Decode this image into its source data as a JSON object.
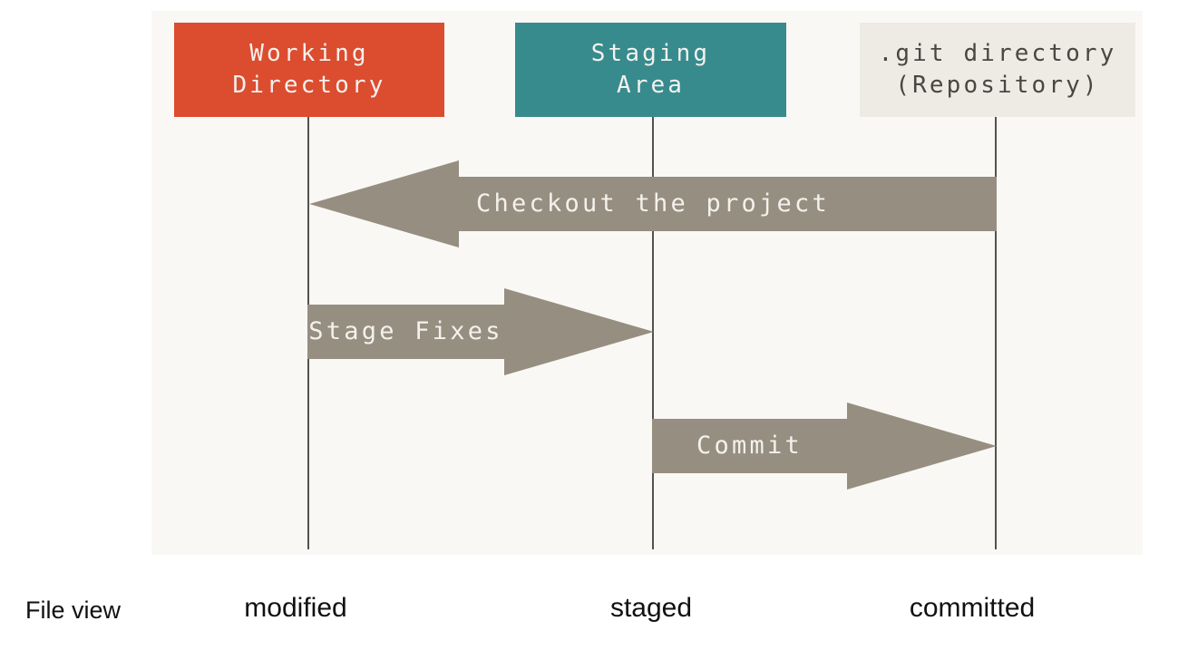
{
  "figure": {
    "panel_background": "#f9f8f5",
    "arrow_color": "#968e80",
    "lifeline_color": "#55524e",
    "columns": [
      {
        "label": "Working Directory",
        "lines": [
          "Working",
          "Directory"
        ],
        "color": "#dc4c2f",
        "text_color": "#f4f1ed"
      },
      {
        "label": "Staging Area",
        "lines": [
          "Staging",
          "Area"
        ],
        "color": "#378b8d",
        "text_color": "#f4f1ed"
      },
      {
        "label": ".git directory (Repository)",
        "lines": [
          ".git directory",
          "(Repository)"
        ],
        "color": "#edebe4",
        "text_color": "#4a4741"
      }
    ],
    "arrows": [
      {
        "label": "Checkout the project",
        "direction": "left",
        "from": ".git directory (Repository)",
        "to": "Working Directory"
      },
      {
        "label": "Stage Fixes",
        "direction": "right",
        "from": "Working Directory",
        "to": "Staging Area"
      },
      {
        "label": "Commit",
        "direction": "right",
        "from": "Staging Area",
        "to": ".git directory (Repository)"
      }
    ]
  },
  "footer": {
    "caption": "File view",
    "states": [
      "modified",
      "staged",
      "committed"
    ]
  }
}
